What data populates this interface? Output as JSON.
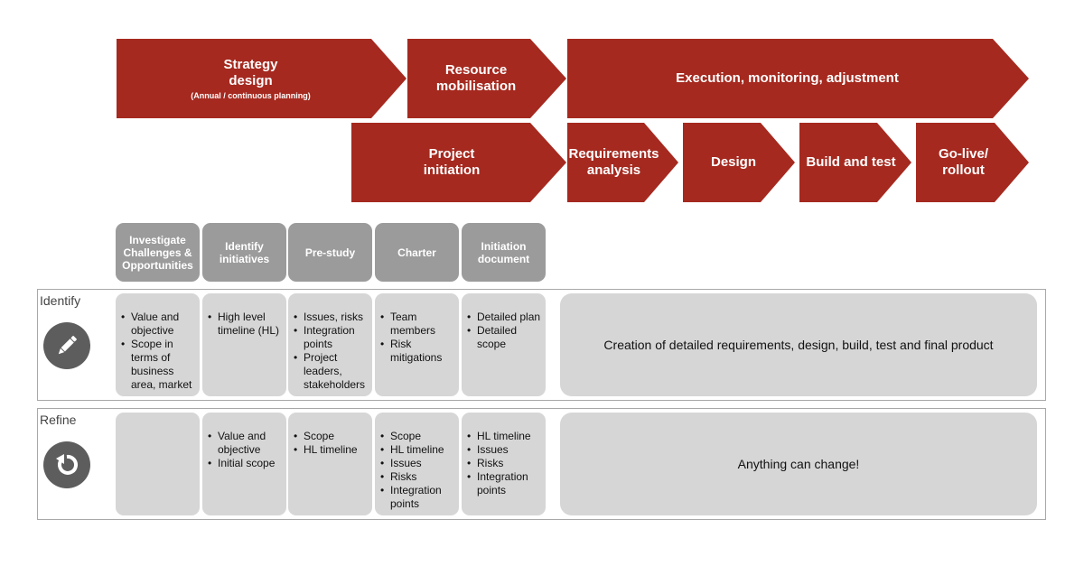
{
  "phase_arrows": [
    {
      "title": "Strategy\ndesign",
      "subtitle": "(Annual / continuous planning)"
    },
    {
      "title": "Resource\nmobilisation"
    },
    {
      "title": "Execution, monitoring, adjustment"
    }
  ],
  "project_arrows": [
    {
      "title": "Project\ninitiation"
    },
    {
      "title": "Requirements\nanalysis"
    },
    {
      "title": "Design"
    },
    {
      "title": "Build and test"
    },
    {
      "title": "Go-live/\nrollout"
    }
  ],
  "steps": [
    "Investigate Challenges & Opportunities",
    "Identify\ninitiatives",
    "Pre-study",
    "Charter",
    "Initiation\ndocument"
  ],
  "identify": {
    "label": "Identify",
    "icon": "pencil-icon",
    "cells": [
      [
        "Value and objective",
        "Scope in terms of business area, market"
      ],
      [
        "High level timeline (HL)"
      ],
      [
        "Issues, risks",
        "Integration points",
        "Project leaders, stakeholders"
      ],
      [
        "Team members",
        "Risk mitigations"
      ],
      [
        "Detailed plan",
        "Detailed scope"
      ]
    ],
    "summary": "Creation of detailed requirements, design, build, test and final product"
  },
  "refine": {
    "label": "Refine",
    "icon": "refresh-icon",
    "cells": [
      [],
      [
        "Value and objective",
        "Initial scope"
      ],
      [
        "Scope",
        "HL timeline"
      ],
      [
        "Scope",
        "HL timeline",
        "Issues",
        "Risks",
        "Integration points"
      ],
      [
        "HL timeline",
        "Issues",
        "Risks",
        "Integration points"
      ]
    ],
    "summary": "Anything can change!"
  },
  "colors": {
    "arrow": "#a5291f",
    "tab": "#9b9b9b",
    "cell": "#d6d6d6",
    "icon": "#5d5d5d"
  }
}
